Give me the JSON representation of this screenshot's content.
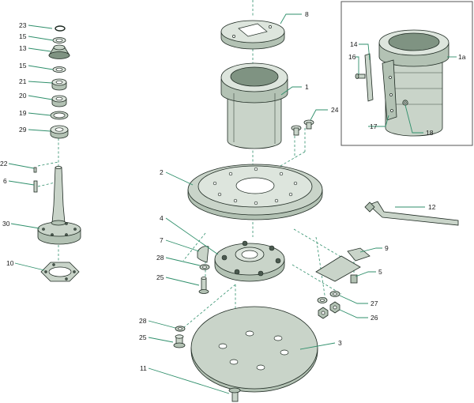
{
  "labels": {
    "l23": "23",
    "l15a": "15",
    "l13": "13",
    "l15b": "15",
    "l21": "21",
    "l20": "20",
    "l19": "19",
    "l29": "29",
    "l22": "22",
    "l6": "6",
    "l30": "30",
    "l10": "10",
    "l8": "8",
    "l1": "1",
    "l24": "24",
    "l2": "2",
    "l4": "4",
    "l7": "7",
    "l28a": "28",
    "l25a": "25",
    "l28b": "28",
    "l25b": "25",
    "l11": "11",
    "l3": "3",
    "l12": "12",
    "l9": "9",
    "l5": "5",
    "l27": "27",
    "l26": "26",
    "l14": "14",
    "l16": "16",
    "l1a": "1a",
    "l17": "17",
    "l18": "18"
  },
  "colors": {
    "part_fill": "#c9d4c9",
    "outline": "#1e2a22",
    "leader": "#2f8f6b"
  }
}
